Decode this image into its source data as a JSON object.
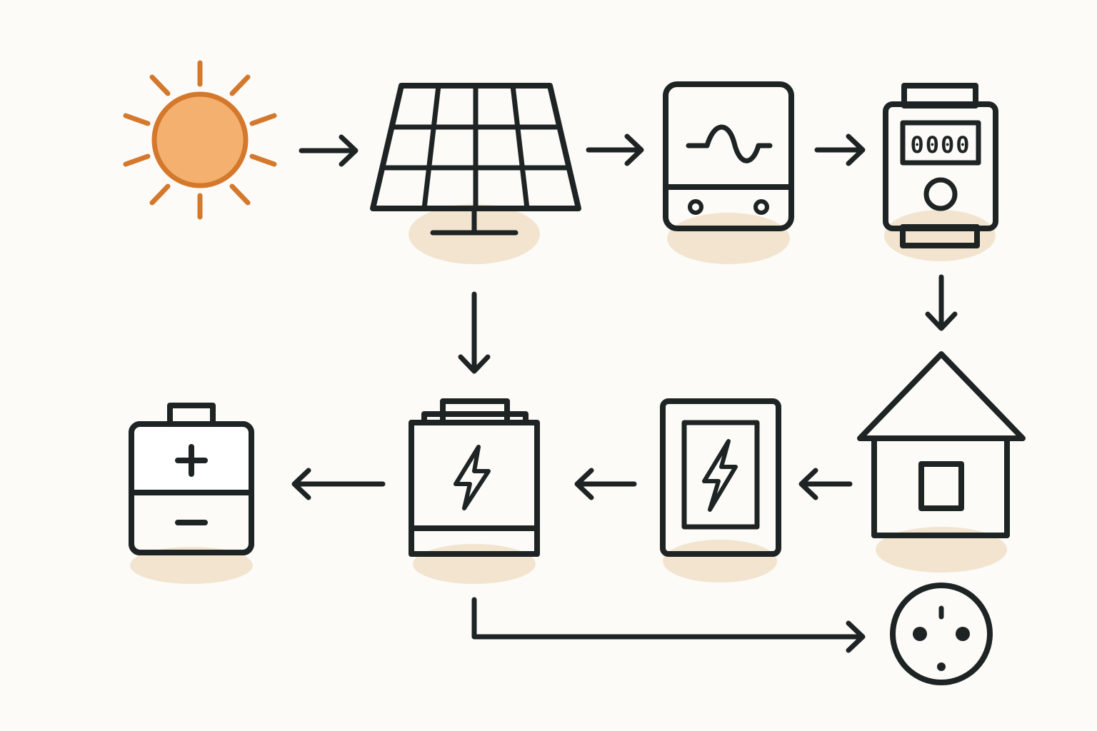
{
  "diagram": {
    "kind": "solar-energy-flow",
    "nodes": [
      {
        "id": "sun",
        "icon": "sun-icon"
      },
      {
        "id": "solar-panel",
        "icon": "solar-panel-icon"
      },
      {
        "id": "inverter",
        "icon": "inverter-icon"
      },
      {
        "id": "meter",
        "icon": "electricity-meter-icon",
        "display": "0000"
      },
      {
        "id": "house",
        "icon": "house-icon"
      },
      {
        "id": "distribution-panel",
        "icon": "lightning-panel-icon"
      },
      {
        "id": "storage-battery",
        "icon": "storage-battery-icon"
      },
      {
        "id": "battery",
        "icon": "battery-icon"
      },
      {
        "id": "outlet",
        "icon": "power-outlet-icon"
      }
    ],
    "edges": [
      {
        "from": "sun",
        "to": "solar-panel"
      },
      {
        "from": "solar-panel",
        "to": "inverter"
      },
      {
        "from": "inverter",
        "to": "meter"
      },
      {
        "from": "meter",
        "to": "house"
      },
      {
        "from": "solar-panel",
        "to": "storage-battery"
      },
      {
        "from": "house",
        "to": "distribution-panel"
      },
      {
        "from": "distribution-panel",
        "to": "storage-battery"
      },
      {
        "from": "storage-battery",
        "to": "battery"
      },
      {
        "from": "storage-battery",
        "to": "outlet"
      }
    ]
  },
  "colors": {
    "background": "#fcfbf8",
    "ink": "#1e2324",
    "device_fill": "#8fa2ad",
    "shadow": "#f2e4cf",
    "sun_fill": "#f4b06e",
    "sun_stroke": "#d4782c"
  }
}
